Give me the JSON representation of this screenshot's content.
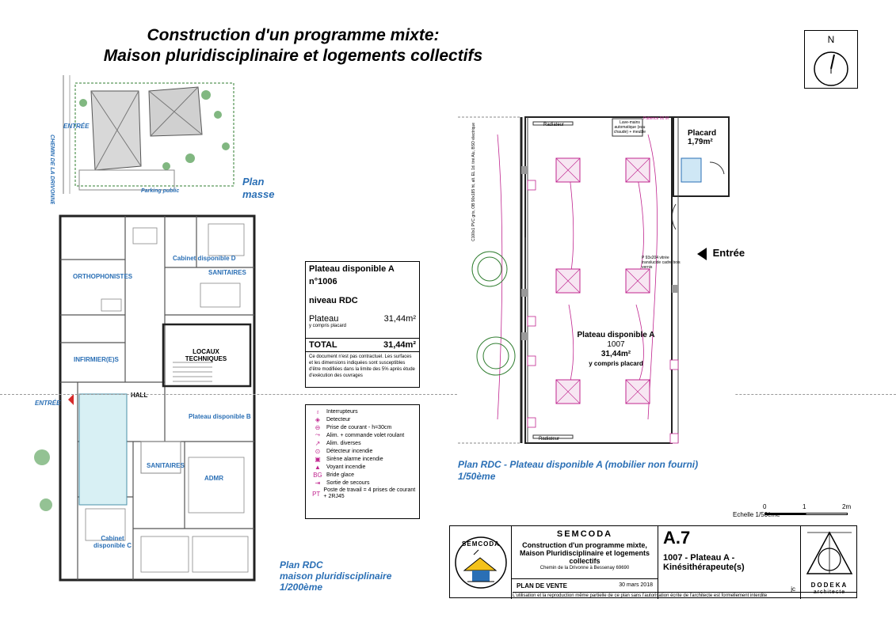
{
  "title": {
    "line1": "Construction d'un programme mixte:",
    "line2": "Maison pluridisciplinaire et logements collectifs"
  },
  "north": {
    "label": "N"
  },
  "plan_masse": {
    "label1": "Plan",
    "label2": "masse",
    "entree": "ENTRÉE",
    "chemin": "CHEMIN DE LA DRIVONNE",
    "parking": "Parking public"
  },
  "plan_rdc_left": {
    "label1": "Plan RDC",
    "label2": "maison pluridisciplinaire",
    "label3": "1/200ème",
    "entree": "ENTRÉE",
    "rooms": {
      "orthophonistes": "ORTHOPHONISTES",
      "infirmiers": "INFIRMIER(E)S",
      "cabinet_d": "Cabinet disponible D",
      "sanitaires_top": "SANITAIRES",
      "locaux": "LOCAUX TECHNIQUES",
      "hall": "HALL",
      "plateau_b": "Plateau disponible B",
      "sanitaires_mid": "SANITAIRES",
      "admr": "ADMR",
      "cabinet_c": "Cabinet disponible C"
    }
  },
  "info": {
    "head1": "Plateau disponible A",
    "head2": "n°1006",
    "niveau": "niveau RDC",
    "plateau_label": "Plateau",
    "plateau_value": "31,44m²",
    "placard_note": "y compris placard",
    "total_label": "TOTAL",
    "total_value": "31,44m²",
    "note": "Ce document n'est pas contractuel. Les surfaces et les dimensions indiquées sont susceptibles d'être modifiées dans la limite des 5% après étude d'exécution des ouvrages"
  },
  "legend": [
    {
      "icon": "switch-icon",
      "glyph": "♁",
      "label": "Interrupteurs"
    },
    {
      "icon": "detector-icon",
      "glyph": "◈",
      "label": "Detecteur"
    },
    {
      "icon": "outlet-icon",
      "glyph": "⊖",
      "label": "Prise de courant - h=30cm"
    },
    {
      "icon": "shutter-icon",
      "glyph": "⤳",
      "label": "Alim. + commande volet roulant"
    },
    {
      "icon": "power-icon",
      "glyph": "↗",
      "label": "Alim. diverses"
    },
    {
      "icon": "fire-detector-icon",
      "glyph": "⊙",
      "label": "Détecteur incendie"
    },
    {
      "icon": "siren-icon",
      "glyph": "▣",
      "label": "Sirène alarme incendie"
    },
    {
      "icon": "warning-light-icon",
      "glyph": "▲",
      "label": "Voyant incendie"
    },
    {
      "icon": "glass-bridge-icon",
      "glyph": "BG",
      "label": "Bride glace"
    },
    {
      "icon": "exit-icon",
      "glyph": "⇥",
      "label": "Sortie de secours"
    },
    {
      "icon": "workstation-icon",
      "glyph": "PT",
      "label": "Poste de travail = 4 prises de courant + 2RJ45"
    }
  ],
  "plan_rdc_a": {
    "label1": "Plan RDC - Plateau disponible A (mobilier non fourni)",
    "label2": "1/50ème",
    "radiateur_top": "Radiateur",
    "radiateur_bottom": "Radiateur",
    "placard_label": "Placard",
    "placard_area": "1,79m²",
    "plateau_title": "Plateau disponible A",
    "plateau_num": "1007",
    "plateau_area": "31,44m²",
    "plateau_note": "y compris placard",
    "entree": "Entrée",
    "porte_note": "P 93x204 vitrée translucide cadre bois vernis",
    "window_note": "C100x1 PVC gris, OB 90x185 ht, alt. EL 1d. tiré Alu, BSO électrique",
    "lave_mains": "Lave-mains automatique (eau chaude) + meuble",
    "patience": "Patience 60 M",
    "scale_label": "Echelle 1/50ème",
    "scale_ticks": [
      "0",
      "1",
      "2m"
    ]
  },
  "titleblock": {
    "company": "SEMCODA",
    "project1": "Construction d'un programme mixte,",
    "project2": "Maison Pluridisciplinaire et logements",
    "project3": "collectifs",
    "address": "Chemin de la Drivonne à Bessenay 69690",
    "plan_type": "PLAN DE VENTE",
    "date": "30 mars 2018",
    "sheet": "A.7",
    "sheet_desc1": "1007 - Plateau A -",
    "sheet_desc2": "Kinésithérapeute(s)",
    "initials": "jc",
    "architect1": "DODEKA",
    "architect2": "architecte",
    "logo_text": "SEMCODA",
    "disclaimer": "L'utilisation et la reproduction même partielle de ce plan sans l'autorisation écrite de l'architecte est formellement interdite"
  }
}
